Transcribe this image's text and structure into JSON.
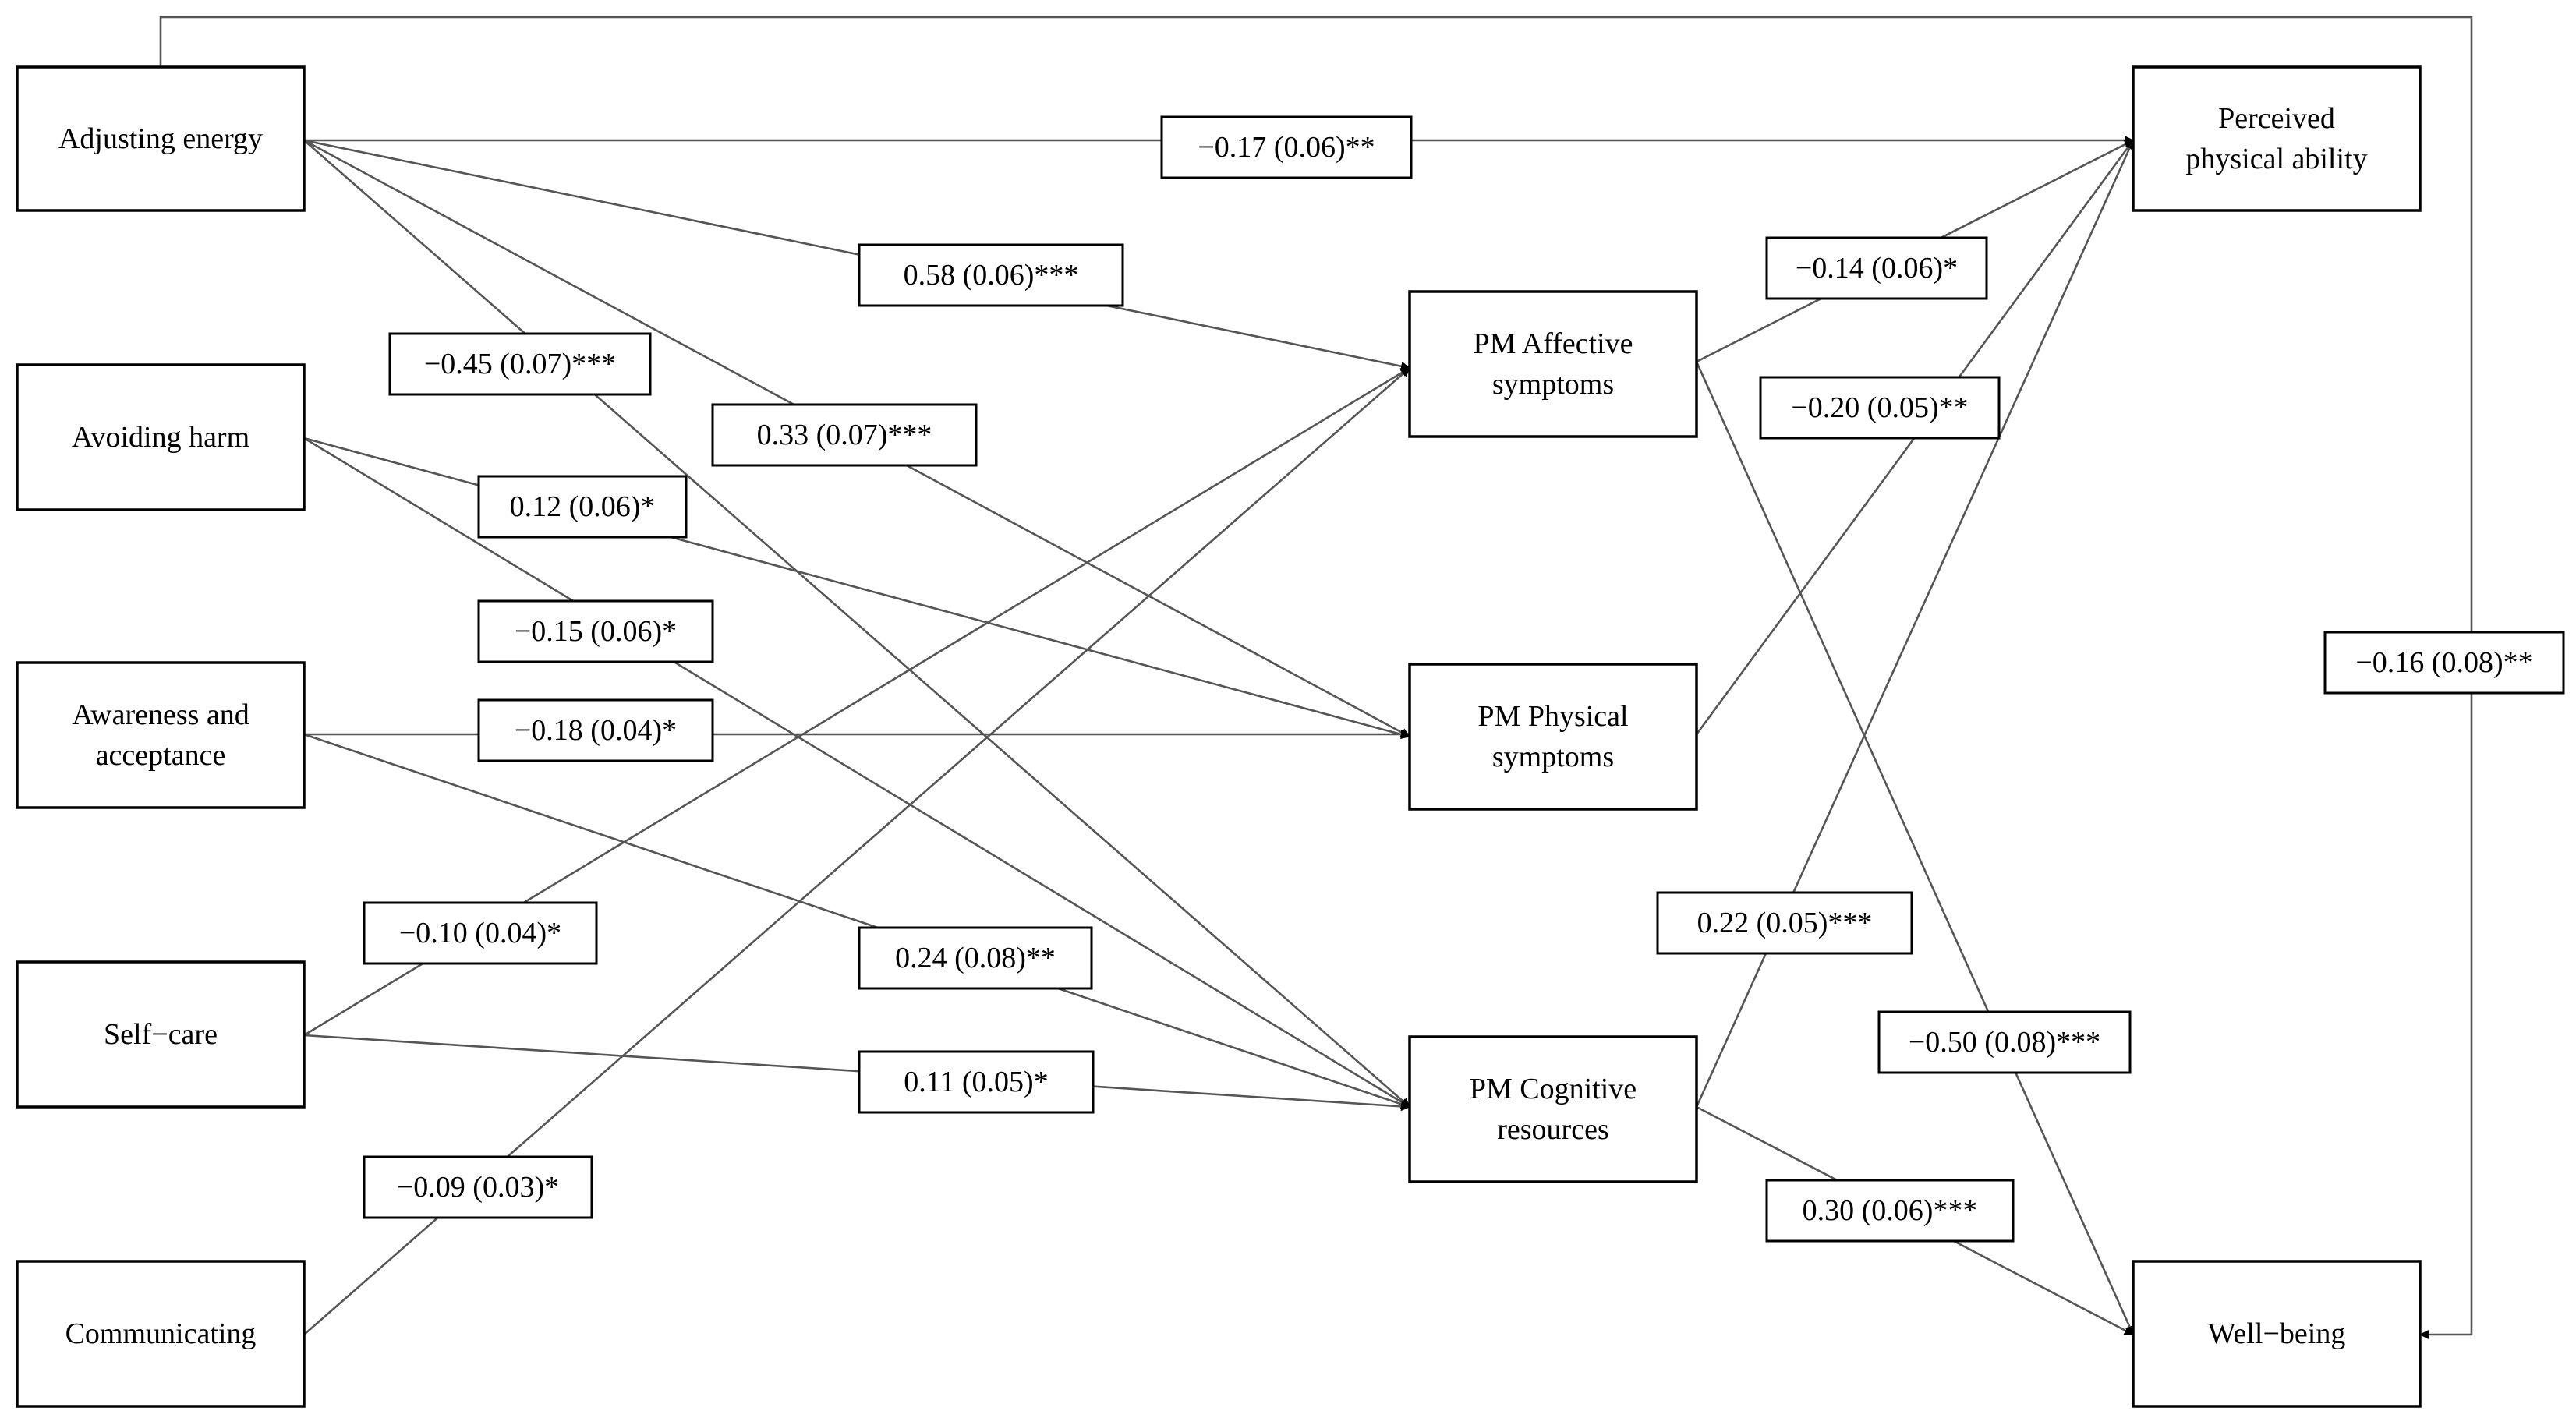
{
  "nodes": {
    "adjusting_energy": [
      "Adjusting energy"
    ],
    "avoiding_harm": [
      "Avoiding harm"
    ],
    "awareness": [
      "Awareness and",
      "acceptance"
    ],
    "self_care": [
      "Self−care"
    ],
    "communicating": [
      "Communicating"
    ],
    "pm_affective": [
      "PM Affective",
      "symptoms"
    ],
    "pm_physical": [
      "PM Physical",
      "symptoms"
    ],
    "pm_cognitive": [
      "PM Cognitive",
      "resources"
    ],
    "perceived": [
      "Perceived",
      "physical ability"
    ],
    "wellbeing": [
      "Well−being"
    ]
  },
  "edges": [
    {
      "from": "adjusting_energy",
      "to": "perceived",
      "label": "−0.17 (0.06)**"
    },
    {
      "from": "adjusting_energy",
      "to": "pm_affective",
      "label": "0.58 (0.06)***"
    },
    {
      "from": "adjusting_energy",
      "to": "pm_cognitive",
      "label": "−0.45 (0.07)***"
    },
    {
      "from": "adjusting_energy",
      "to": "pm_physical",
      "label": "0.33 (0.07)***"
    },
    {
      "from": "avoiding_harm",
      "to": "pm_physical",
      "label": "0.12 (0.06)*"
    },
    {
      "from": "avoiding_harm",
      "to": "pm_cognitive",
      "label": "−0.15 (0.06)*"
    },
    {
      "from": "awareness",
      "to": "pm_physical",
      "label": "−0.18 (0.04)*"
    },
    {
      "from": "awareness",
      "to": "pm_cognitive",
      "label": "0.24 (0.08)**"
    },
    {
      "from": "self_care",
      "to": "pm_affective",
      "label": "−0.10 (0.04)*"
    },
    {
      "from": "self_care",
      "to": "pm_cognitive",
      "label": "0.11 (0.05)*"
    },
    {
      "from": "communicating",
      "to": "pm_affective",
      "label": "−0.09 (0.03)*"
    },
    {
      "from": "pm_affective",
      "to": "perceived",
      "label": "−0.14 (0.06)*"
    },
    {
      "from": "pm_physical",
      "to": "perceived",
      "label": "−0.20 (0.05)**"
    },
    {
      "from": "pm_cognitive",
      "to": "perceived",
      "label": "0.22 (0.05)***"
    },
    {
      "from": "pm_affective",
      "to": "wellbeing",
      "label": "−0.50 (0.08)***"
    },
    {
      "from": "pm_cognitive",
      "to": "wellbeing",
      "label": "0.30 (0.06)***"
    },
    {
      "from": "adjusting_energy",
      "to": "wellbeing",
      "label": "−0.16 (0.08)**"
    }
  ]
}
